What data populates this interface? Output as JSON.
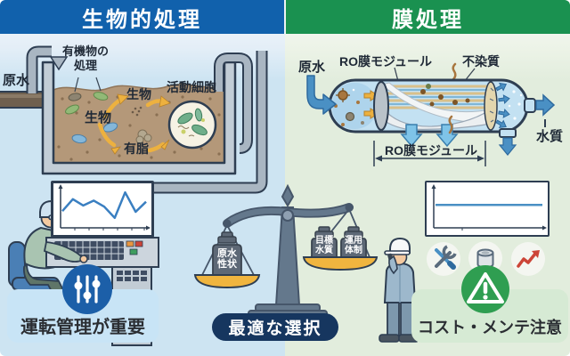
{
  "left": {
    "header": "生物的処理",
    "labels": {
      "raw_water": "原水",
      "organic_1": "有機物の",
      "organic_2": "処理",
      "bio_a": "生物",
      "bio_b": "生物",
      "fat": "有脂",
      "activated": "活動細胞"
    },
    "caption": "運転管理が重要"
  },
  "center": {
    "weights": {
      "left_1": "原水",
      "left_2": "性状",
      "right1_1": "目標",
      "right1_2": "水質",
      "right2_1": "運用",
      "right2_2": "体制"
    },
    "caption": "最適な選択"
  },
  "right": {
    "header": "膜処理",
    "labels": {
      "raw_water": "原水",
      "module_top": "RO膜モジュール",
      "contaminant": "不染質",
      "module_bottom": "RO膜モジュール",
      "water_quality": "水質"
    },
    "caption": "コスト・メンテ注意"
  },
  "colors": {
    "header_blue": "#1161ac",
    "header_green": "#1a9150",
    "bg_left": "#cde4f2",
    "bg_right": "#e2eddd",
    "sludge_brown": "#b49879",
    "pipe_gray": "#a9b6c2",
    "arrow_yellow": "#edb13f",
    "water_blue": "#4a90c4",
    "navy_pill": "#16365f",
    "badge_blue": "#1c5fa8",
    "warning_green": "#2f9e51",
    "caption_blue_bg": "#c8e4f6",
    "caption_green_bg": "#d6ead4",
    "trend_red": "#cc4437"
  },
  "chart_data": [
    {
      "type": "line",
      "title": "",
      "x": [
        0,
        1,
        2,
        3,
        4,
        5,
        6,
        7,
        8
      ],
      "y": [
        40,
        72,
        55,
        68,
        52,
        22,
        90,
        38,
        65
      ],
      "ylim": [
        0,
        100
      ],
      "grid": false,
      "line_color": "#3a7fc1",
      "desc": "operation monitoring trend (zigzag)"
    },
    {
      "type": "line",
      "title": "",
      "x": [
        0,
        1
      ],
      "y": [
        55,
        55
      ],
      "ylim": [
        0,
        100
      ],
      "grid": false,
      "line_color": "#4a90c4",
      "desc": "stable flat quality line"
    }
  ]
}
